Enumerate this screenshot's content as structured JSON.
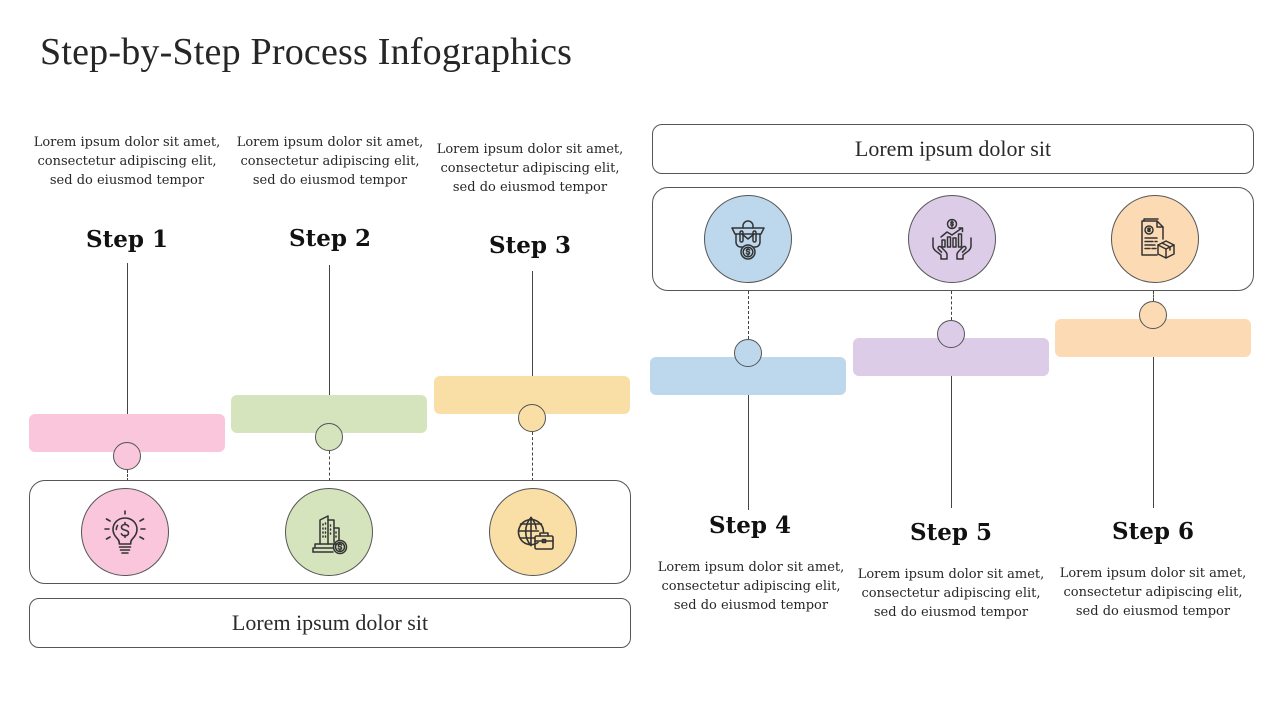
{
  "title": "Step-by-Step Process Infographics",
  "groups": [
    {
      "caption": "Lorem ipsum dolor sit"
    },
    {
      "caption": "Lorem ipsum dolor sit"
    }
  ],
  "steps": [
    {
      "label": "Step 1",
      "description": "Lorem ipsum dolor sit amet, consectetur adipiscing elit, sed do eiusmod tempor",
      "color": "#F9C6DC",
      "icon": "lightbulb-dollar-icon"
    },
    {
      "label": "Step 2",
      "description": "Lorem ipsum dolor sit amet, consectetur adipiscing elit, sed do eiusmod tempor",
      "color": "#D6E4BE",
      "icon": "buildings-dollar-icon"
    },
    {
      "label": "Step 3",
      "description": "Lorem ipsum dolor sit amet, consectetur adipiscing elit, sed do eiusmod tempor",
      "color": "#F9DFA6",
      "icon": "globe-briefcase-icon"
    },
    {
      "label": "Step 4",
      "description": "Lorem ipsum dolor sit amet, consectetur adipiscing elit, sed do eiusmod tempor",
      "color": "#BDD8EC",
      "icon": "bag-coin-icon"
    },
    {
      "label": "Step 5",
      "description": "Lorem ipsum dolor sit amet, consectetur adipiscing elit, sed do eiusmod tempor",
      "color": "#DCCCE8",
      "icon": "hands-growth-chart-icon"
    },
    {
      "label": "Step 6",
      "description": "Lorem ipsum dolor sit amet, consectetur adipiscing elit, sed do eiusmod tempor",
      "color": "#FCDAB4",
      "icon": "invoice-package-icon"
    }
  ]
}
